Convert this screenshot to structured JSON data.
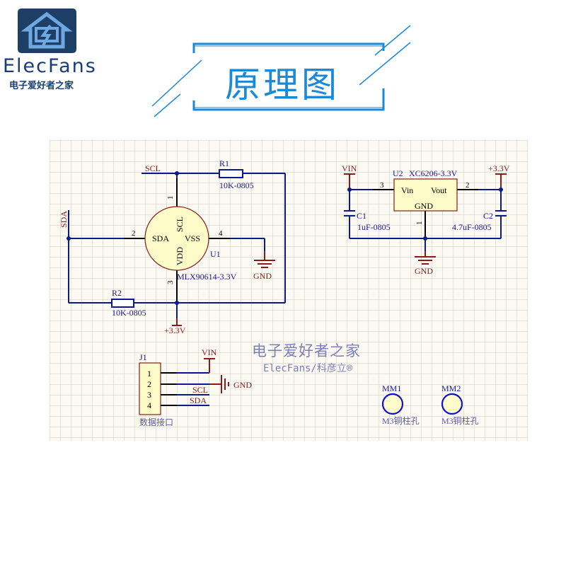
{
  "logo": {
    "name": "ElecFans",
    "subtitle": "电子爱好者之家"
  },
  "title": "原理图",
  "watermark": {
    "line1": "电子爱好者之家",
    "line2": "ElecFans/科彦立®"
  },
  "colors": {
    "wire": "#0a1a8c",
    "pin": "#000000",
    "power": "#8b1a1a",
    "net_label": "#8b1a1a",
    "component_fill": "#fdfcc8",
    "component_label": "#1a1a8c",
    "title_blue": "#1a8ad6"
  },
  "schematic": {
    "u1": {
      "designator": "U1",
      "value": "MLX90614-3.3V",
      "pins": [
        {
          "num": "1",
          "name": "SCL"
        },
        {
          "num": "2",
          "name": "SDA"
        },
        {
          "num": "3",
          "name": "VDD"
        },
        {
          "num": "4",
          "name": "VSS"
        }
      ]
    },
    "r1": {
      "designator": "R1",
      "value": "10K-0805"
    },
    "r2": {
      "designator": "R2",
      "value": "10K-0805"
    },
    "u2": {
      "designator": "U2",
      "value": "XC6206-3.3V",
      "pins": [
        {
          "num": "3",
          "name": "Vin"
        },
        {
          "num": "2",
          "name": "Vout"
        },
        {
          "num": "1",
          "name": "GND"
        }
      ]
    },
    "c1": {
      "designator": "C1",
      "value": "1uF-0805"
    },
    "c2": {
      "designator": "C2",
      "value": "4.7uF-0805"
    },
    "j1": {
      "designator": "J1",
      "value": "数据接口",
      "pins": [
        "1",
        "2",
        "3",
        "4"
      ]
    },
    "mm1": {
      "designator": "MM1",
      "value": "M3铜柱孔"
    },
    "mm2": {
      "designator": "MM2",
      "value": "M3铜柱孔"
    },
    "nets": {
      "scl": "SCL",
      "sda": "SDA",
      "gnd": "GND",
      "v33": "+3.3V",
      "vin": "VIN"
    }
  }
}
